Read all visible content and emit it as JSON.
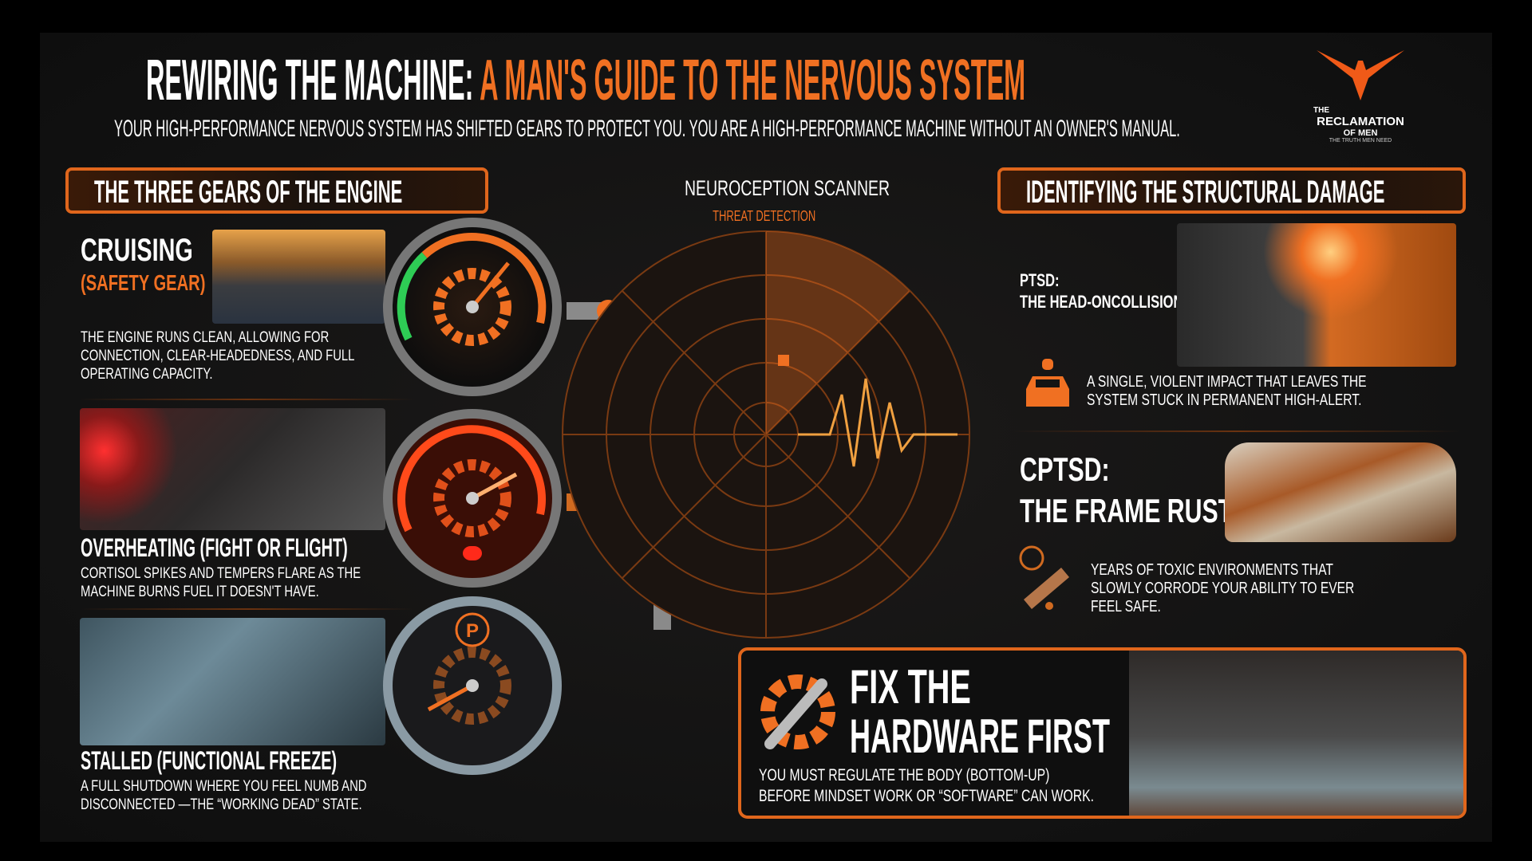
{
  "header": {
    "title_white": "REWIRING THE MACHINE:",
    "title_orange": "A MAN'S GUIDE TO THE NERVOUS SYSTEM",
    "subtitle": "YOUR HIGH-PERFORMANCE NERVOUS SYSTEM HAS SHIFTED GEARS TO PROTECT YOU. YOU ARE A HIGH-PERFORMANCE MACHINE WITHOUT AN OWNER'S MANUAL."
  },
  "logo": {
    "the": "THE",
    "name": "RECLAMATION",
    "of_men": "OF MEN",
    "tagline": "THE TRUTH MEN NEED"
  },
  "left": {
    "heading": "THE THREE GEARS OF THE ENGINE",
    "gears": [
      {
        "title": "CRUISING",
        "subtitle": "(SAFETY GEAR)",
        "desc": "THE ENGINE RUNS CLEAN, ALLOWING FOR CONNECTION, CLEAR-HEADEDNESS, AND FULL OPERATING CAPACITY."
      },
      {
        "title": "OVERHEATING (FIGHT OR FLIGHT)",
        "desc": "CORTISOL SPIKES AND TEMPERS FLARE AS THE MACHINE BURNS FUEL IT DOESN'T HAVE."
      },
      {
        "title": "STALLED (FUNCTIONAL FREEZE)",
        "desc": "A FULL SHUTDOWN WHERE YOU FEEL NUMB AND DISCONNECTED —THE “WORKING DEAD” STATE."
      }
    ]
  },
  "center": {
    "label": "NEUROCEPTION SCANNER",
    "radar_label": "THREAT DETECTION",
    "gauge_icon": "P"
  },
  "right": {
    "heading": "IDENTIFYING THE STRUCTURAL DAMAGE",
    "ptsd": {
      "title": "PTSD:",
      "subtitle": "THE HEAD-ONCOLLISION",
      "desc": "A SINGLE, VIOLENT IMPACT THAT LEAVES THE SYSTEM STUCK IN PERMANENT HIGH-ALERT."
    },
    "cptsd": {
      "title": "CPTSD:",
      "subtitle": "THE FRAME RUST",
      "desc": "YEARS OF TOXIC ENVIRONMENTS THAT SLOWLY CORRODE YOUR ABILITY TO EVER FEEL SAFE."
    }
  },
  "fix": {
    "line1": "FIX THE",
    "line2": "HARDWARE FIRST",
    "desc": "YOU MUST REGULATE THE BODY (BOTTOM-UP) BEFORE MINDSET WORK OR “SOFTWARE” CAN WORK."
  },
  "colors": {
    "accent": "#f07022",
    "background": "#141414"
  }
}
